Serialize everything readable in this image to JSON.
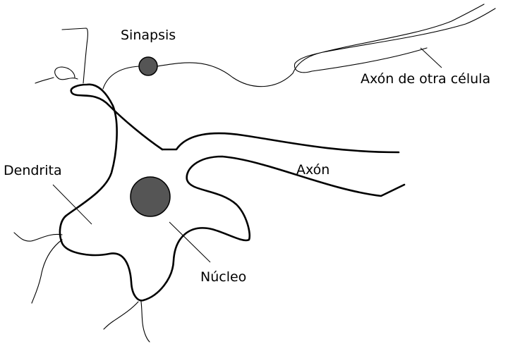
{
  "labels": {
    "synapse": "Sinapsis",
    "other_axon": "Axón de otra célula",
    "dendrite": "Dendrita",
    "axon": "Axón",
    "nucleus": "Núcleo"
  },
  "colors": {
    "line": "#000000",
    "fill": "#555555",
    "background": "#ffffff"
  }
}
